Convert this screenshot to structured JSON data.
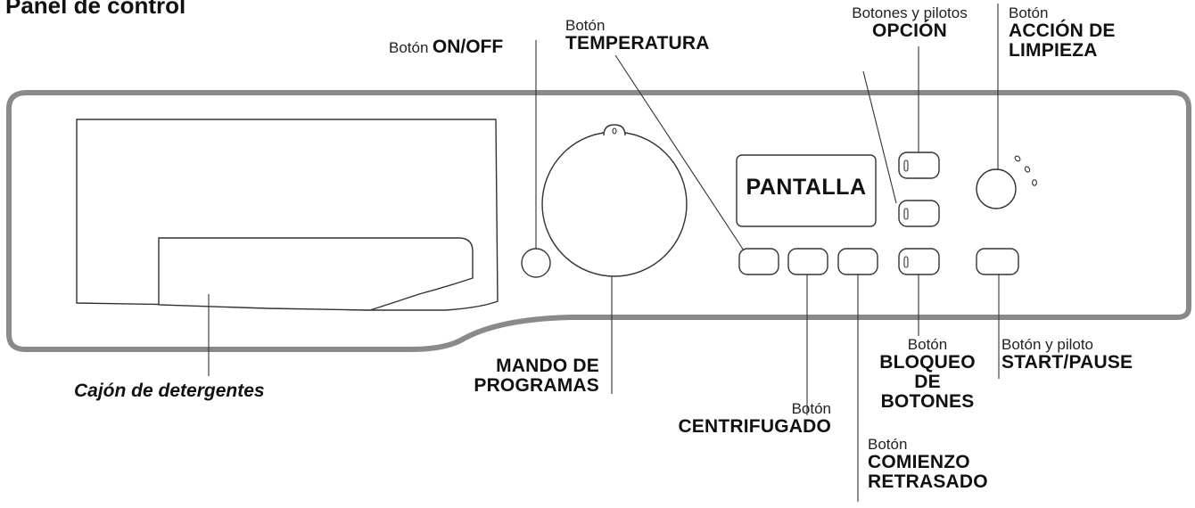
{
  "title": "Panel de control",
  "display_label": "PANTALLA",
  "labels": {
    "on_off": {
      "prefix": "Botón",
      "name": "ON/OFF"
    },
    "temperatura": {
      "prefix": "Botón",
      "name": "TEMPERATURA"
    },
    "opcion": {
      "prefix": "Botones y pilotos",
      "name": "OPCIÓN"
    },
    "accion_limpieza": {
      "prefix": "Botón",
      "name_line1": "ACCIÓN DE",
      "name_line2": "LIMPIEZA"
    },
    "cajon": {
      "name": "Cajón de detergentes"
    },
    "mando": {
      "name_line1": "MANDO DE",
      "name_line2": "PROGRAMAS"
    },
    "centrifugado": {
      "prefix": "Botón",
      "name": "CENTRIFUGADO"
    },
    "bloqueo": {
      "prefix": "Botón",
      "name_line1": "BLOQUEO",
      "name_line2": "DE",
      "name_line3": "BOTONES"
    },
    "start_pause": {
      "prefix": "Botón y piloto",
      "name": "START/PAUSE"
    },
    "comienzo": {
      "prefix": "Botón",
      "name_line1": "COMIENZO",
      "name_line2": "RETRASADO"
    }
  }
}
